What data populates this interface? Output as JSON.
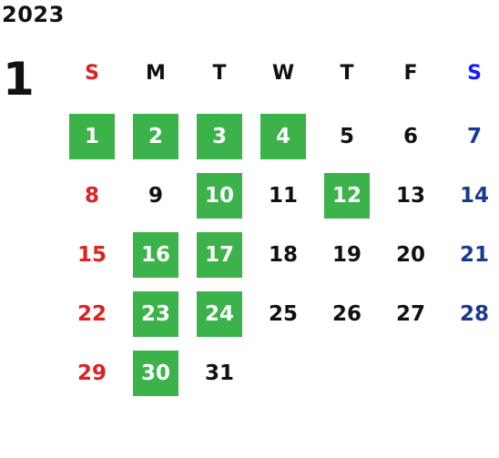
{
  "calendar": {
    "year": "2023",
    "month": "1",
    "weekday_headers": [
      "S",
      "M",
      "T",
      "W",
      "T",
      "F",
      "S"
    ],
    "header_colors": [
      "#e02020",
      "#111111",
      "#111111",
      "#111111",
      "#111111",
      "#111111",
      "#1a1aff"
    ],
    "column_colors": [
      "#dd2222",
      "#111111",
      "#111111",
      "#111111",
      "#111111",
      "#111111",
      "#1a3a8f"
    ],
    "highlight_color": "#3cb34a",
    "weeks": [
      [
        {
          "day": "1",
          "highlight": true
        },
        {
          "day": "2",
          "highlight": true
        },
        {
          "day": "3",
          "highlight": true
        },
        {
          "day": "4",
          "highlight": true
        },
        {
          "day": "5",
          "highlight": false
        },
        {
          "day": "6",
          "highlight": false
        },
        {
          "day": "7",
          "highlight": false
        }
      ],
      [
        {
          "day": "8",
          "highlight": false
        },
        {
          "day": "9",
          "highlight": false
        },
        {
          "day": "10",
          "highlight": true
        },
        {
          "day": "11",
          "highlight": false
        },
        {
          "day": "12",
          "highlight": true
        },
        {
          "day": "13",
          "highlight": false
        },
        {
          "day": "14",
          "highlight": false
        }
      ],
      [
        {
          "day": "15",
          "highlight": false
        },
        {
          "day": "16",
          "highlight": true
        },
        {
          "day": "17",
          "highlight": true
        },
        {
          "day": "18",
          "highlight": false
        },
        {
          "day": "19",
          "highlight": false
        },
        {
          "day": "20",
          "highlight": false
        },
        {
          "day": "21",
          "highlight": false
        }
      ],
      [
        {
          "day": "22",
          "highlight": false
        },
        {
          "day": "23",
          "highlight": true
        },
        {
          "day": "24",
          "highlight": true
        },
        {
          "day": "25",
          "highlight": false
        },
        {
          "day": "26",
          "highlight": false
        },
        {
          "day": "27",
          "highlight": false
        },
        {
          "day": "28",
          "highlight": false
        }
      ],
      [
        {
          "day": "29",
          "highlight": false
        },
        {
          "day": "30",
          "highlight": true
        },
        {
          "day": "31",
          "highlight": false
        }
      ]
    ]
  }
}
